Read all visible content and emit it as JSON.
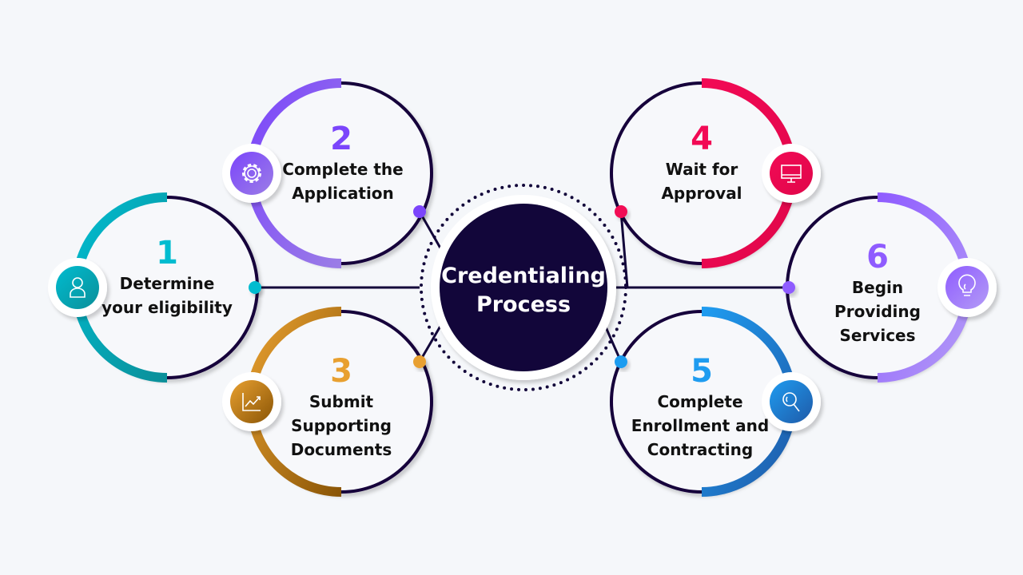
{
  "center": {
    "lines": [
      "Credentialing",
      "Process"
    ],
    "color": "#12063a"
  },
  "steps": [
    {
      "number": "1",
      "lines": [
        "Determine",
        "your eligibility"
      ],
      "icon": "user-icon",
      "color1": "#00bcd0",
      "color2": "#0b8f99"
    },
    {
      "number": "2",
      "lines": [
        "Complete the",
        "Application"
      ],
      "icon": "gear-icon",
      "color1": "#7b45fb",
      "color2": "#9b7de6"
    },
    {
      "number": "3",
      "lines": [
        "Submit",
        "Supporting",
        "Documents"
      ],
      "icon": "chart-trend-icon",
      "color1": "#e8a030",
      "color2": "#8a5506"
    },
    {
      "number": "4",
      "lines": [
        "Wait for",
        "Approval"
      ],
      "icon": "monitor-icon",
      "color1": "#f20a55",
      "color2": "#e0064a"
    },
    {
      "number": "5",
      "lines": [
        "Complete",
        "Enrollment and",
        "Contracting"
      ],
      "icon": "search-icon",
      "color1": "#1f9cf0",
      "color2": "#1f5aa8"
    },
    {
      "number": "6",
      "lines": [
        "Begin",
        "Providing",
        "Services"
      ],
      "icon": "lightbulb-icon",
      "color1": "#8f5cff",
      "color2": "#b39bf6"
    }
  ]
}
